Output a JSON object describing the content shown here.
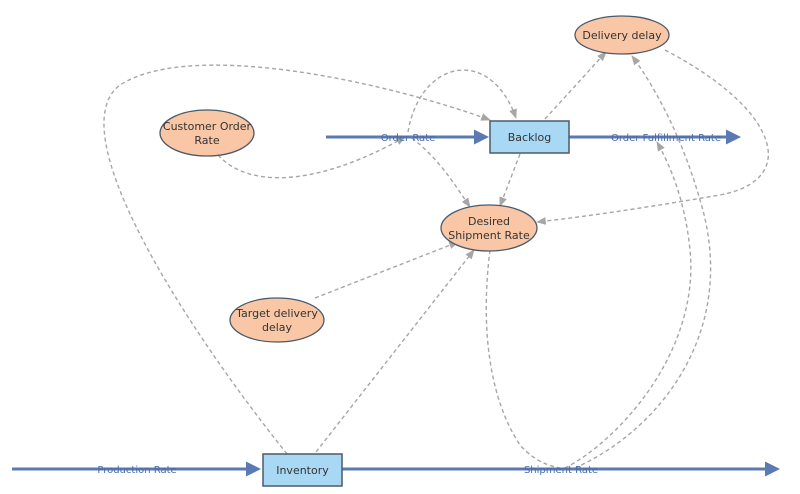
{
  "stocks": {
    "backlog": "Backlog",
    "inventory": "Inventory"
  },
  "auxiliaries": {
    "customer_order_rate": [
      "Customer Order",
      "Rate"
    ],
    "delivery_delay": [
      "Delivery delay"
    ],
    "desired_shipment_rate": [
      "Desired",
      "Shipment Rate"
    ],
    "target_delivery_delay": [
      "Target delivery",
      "delay"
    ]
  },
  "flows": {
    "order_rate": "Order Rate",
    "order_fulfillment_rate": "Order Fulfillment Rate",
    "production_rate": "Production Rate",
    "shipment_rate": "Shipment Rate"
  },
  "colors": {
    "stock_fill": "#a9d8f5",
    "aux_fill": "#f9c7a5",
    "flow": "#5b79b3",
    "link": "#a6a6a6",
    "label": "#4a6aa5"
  }
}
